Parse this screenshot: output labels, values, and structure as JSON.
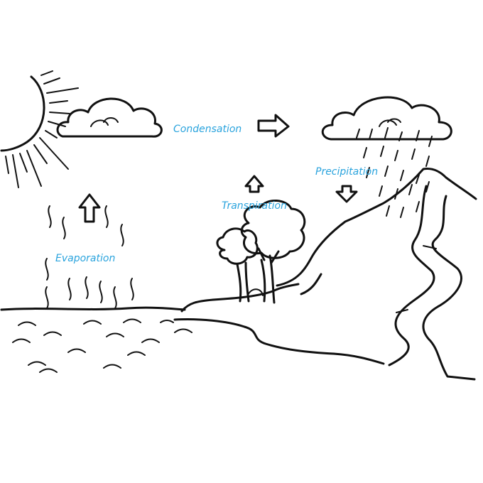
{
  "diagram": {
    "labels": {
      "condensation": "Condensation",
      "precipitation": "Precipitation",
      "transpiration": "Transpiration",
      "evaporation": "Evaporation"
    },
    "colors": {
      "label": "#29a3dd",
      "ink": "#111111",
      "background": "#ffffff"
    },
    "icons": {
      "sun": "sun-icon",
      "cloud": "cloud-icon",
      "rain": "rain-icon",
      "mountain": "mountain-icon",
      "tree": "tree-icon",
      "river": "river-icon",
      "arrow_up": "arrow-up-icon",
      "arrow_down": "arrow-down-icon",
      "arrow_right": "arrow-right-icon"
    }
  }
}
